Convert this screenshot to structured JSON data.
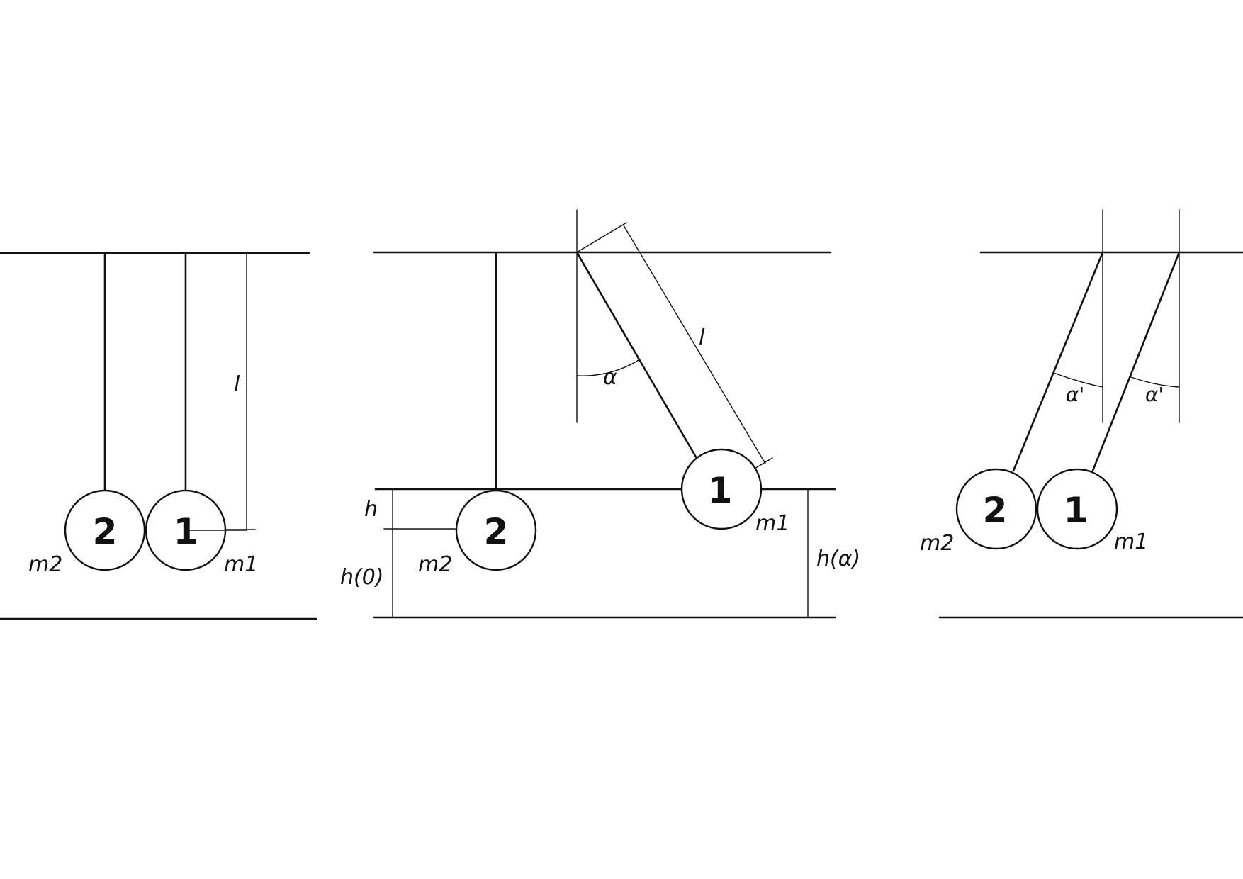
{
  "panels": [
    {
      "ball_2": "2",
      "ball_1": "1",
      "mass_2": "m2",
      "mass_1": "m1",
      "length": "l"
    },
    {
      "ball_2": "2",
      "ball_1": "1",
      "mass_2": "m2",
      "mass_1": "m1",
      "length": "l",
      "angle": "α",
      "height_diff": "h",
      "height_zero": "h(0)",
      "height_alpha": "h(α)"
    },
    {
      "ball_2": "2",
      "ball_1": "1",
      "mass_2": "m2",
      "mass_1": "m1",
      "angle_2": "α'",
      "angle_1": "α'"
    }
  ],
  "colors": {
    "ink": "#111111",
    "paper": "#ffffff"
  }
}
